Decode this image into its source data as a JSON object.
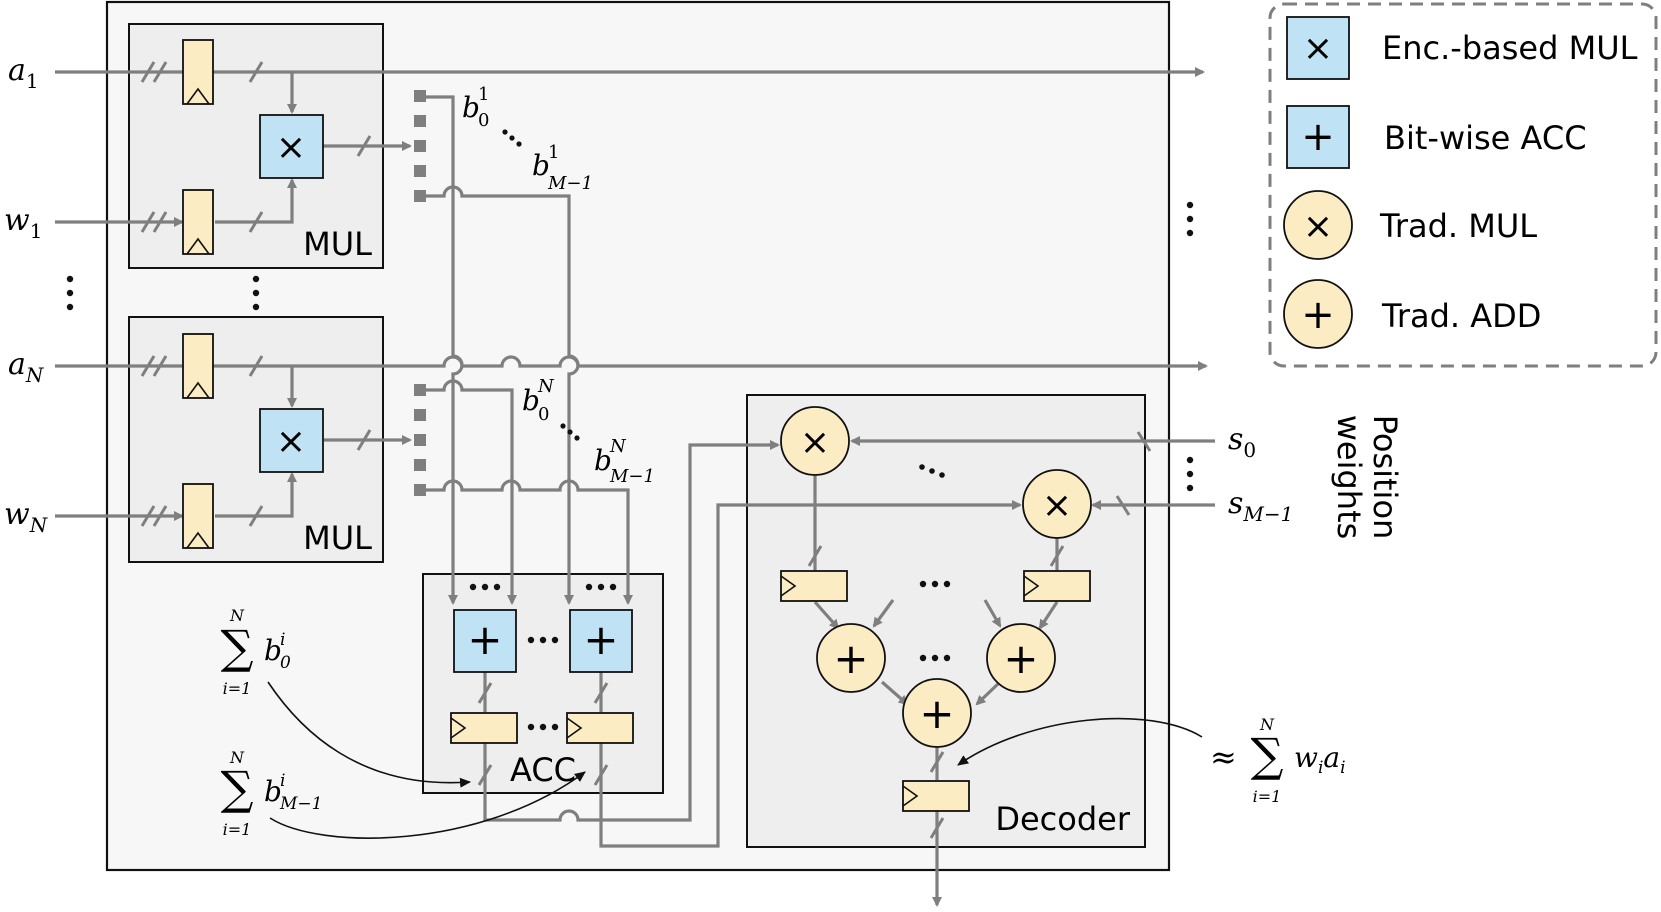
{
  "inputs": {
    "a1": "a",
    "a1_sub": "1",
    "w1": "w",
    "w1_sub": "1",
    "aN": "a",
    "aN_sub": "N",
    "wN": "w",
    "wN_sub": "N",
    "s0": "s",
    "s0_sub": "0",
    "sM": "s",
    "sM_sub": "M−1"
  },
  "blocks": {
    "mul": "MUL",
    "acc": "ACC",
    "decoder": "Decoder"
  },
  "bits": {
    "b": "b",
    "b01_sup": "1",
    "b01_sub": "0",
    "bM1_sup": "1",
    "bM1_sub": "M−1",
    "b0N_sup": "N",
    "b0N_sub": "0",
    "bMN_sup": "N",
    "bMN_sub": "M−1"
  },
  "side_label": {
    "line1": "Position",
    "line2": "weights"
  },
  "sums": {
    "sigma": "∑",
    "top": "N",
    "bottom": "i=1",
    "sum0_term": "b",
    "sum0_sup": "i",
    "sum0_sub": "0",
    "sumM_term": "b",
    "sumM_sup": "i",
    "sumM_sub": "M−1",
    "approx": "≈",
    "approx_term": "w",
    "approx_sub_i": "i",
    "approx_a": "a"
  },
  "glyphs": {
    "times": "×",
    "plus": "+",
    "ellipsis": "···"
  },
  "legend": {
    "items": [
      {
        "label": "Enc.-based MUL",
        "shape": "square",
        "symbol": "×",
        "fill": "#bfe3f5"
      },
      {
        "label": "Bit-wise ACC",
        "shape": "square",
        "symbol": "+",
        "fill": "#bfe3f5"
      },
      {
        "label": "Trad. MUL",
        "shape": "circle",
        "symbol": "×",
        "fill": "#fcecc4"
      },
      {
        "label": "Trad. ADD",
        "shape": "circle",
        "symbol": "+",
        "fill": "#fcecc4"
      }
    ]
  },
  "colors": {
    "blue_fill": "#bfe3f5",
    "yellow_fill": "#fcecc4",
    "wire": "#7f7f7f",
    "panel": "#f7f7f7",
    "block": "#eeeeee"
  }
}
